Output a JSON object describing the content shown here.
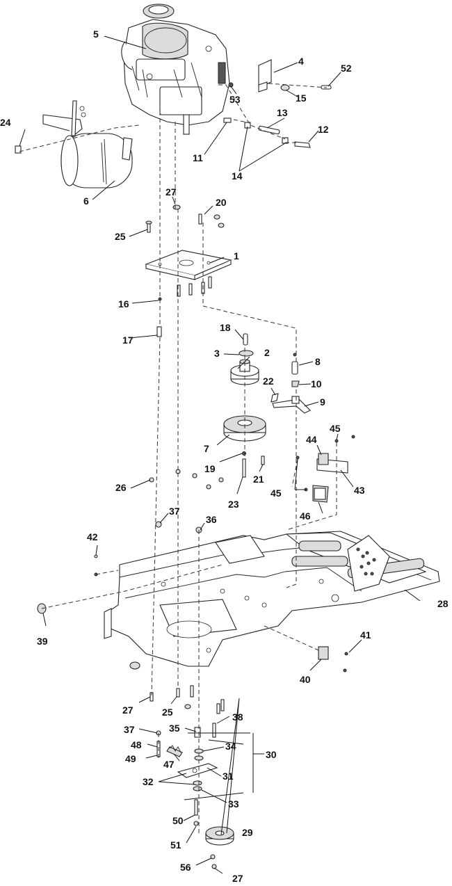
{
  "callouts": [
    {
      "id": "c1",
      "label": "1"
    },
    {
      "id": "c2",
      "label": "2"
    },
    {
      "id": "c3",
      "label": "3"
    },
    {
      "id": "c4",
      "label": "4"
    },
    {
      "id": "c5",
      "label": "5"
    },
    {
      "id": "c6",
      "label": "6"
    },
    {
      "id": "c7",
      "label": "7"
    },
    {
      "id": "c8",
      "label": "8"
    },
    {
      "id": "c9",
      "label": "9"
    },
    {
      "id": "c10",
      "label": "10"
    },
    {
      "id": "c11",
      "label": "11"
    },
    {
      "id": "c12",
      "label": "12"
    },
    {
      "id": "c13",
      "label": "13"
    },
    {
      "id": "c14",
      "label": "14"
    },
    {
      "id": "c15",
      "label": "15"
    },
    {
      "id": "c16",
      "label": "16"
    },
    {
      "id": "c17",
      "label": "17"
    },
    {
      "id": "c18",
      "label": "18"
    },
    {
      "id": "c19",
      "label": "19"
    },
    {
      "id": "c20",
      "label": "20"
    },
    {
      "id": "c21",
      "label": "21"
    },
    {
      "id": "c22",
      "label": "22"
    },
    {
      "id": "c23",
      "label": "23"
    },
    {
      "id": "c24",
      "label": "24"
    },
    {
      "id": "c25a",
      "label": "25"
    },
    {
      "id": "c25b",
      "label": "25"
    },
    {
      "id": "c26",
      "label": "26"
    },
    {
      "id": "c27a",
      "label": "27"
    },
    {
      "id": "c27b",
      "label": "27"
    },
    {
      "id": "c27c",
      "label": "27"
    },
    {
      "id": "c28",
      "label": "28"
    },
    {
      "id": "c29",
      "label": "29"
    },
    {
      "id": "c30",
      "label": "30"
    },
    {
      "id": "c31",
      "label": "31"
    },
    {
      "id": "c32",
      "label": "32"
    },
    {
      "id": "c33",
      "label": "33"
    },
    {
      "id": "c34",
      "label": "34"
    },
    {
      "id": "c35",
      "label": "35"
    },
    {
      "id": "c36",
      "label": "36"
    },
    {
      "id": "c37a",
      "label": "37"
    },
    {
      "id": "c37b",
      "label": "37"
    },
    {
      "id": "c38",
      "label": "38"
    },
    {
      "id": "c39",
      "label": "39"
    },
    {
      "id": "c40",
      "label": "40"
    },
    {
      "id": "c41",
      "label": "41"
    },
    {
      "id": "c42",
      "label": "42"
    },
    {
      "id": "c43",
      "label": "43"
    },
    {
      "id": "c44",
      "label": "44"
    },
    {
      "id": "c45a",
      "label": "45"
    },
    {
      "id": "c45b",
      "label": "45"
    },
    {
      "id": "c46",
      "label": "46"
    },
    {
      "id": "c47",
      "label": "47"
    },
    {
      "id": "c48",
      "label": "48"
    },
    {
      "id": "c49",
      "label": "49"
    },
    {
      "id": "c50",
      "label": "50"
    },
    {
      "id": "c51",
      "label": "51"
    },
    {
      "id": "c52",
      "label": "52"
    },
    {
      "id": "c53",
      "label": "53"
    },
    {
      "id": "c56",
      "label": "56"
    }
  ]
}
